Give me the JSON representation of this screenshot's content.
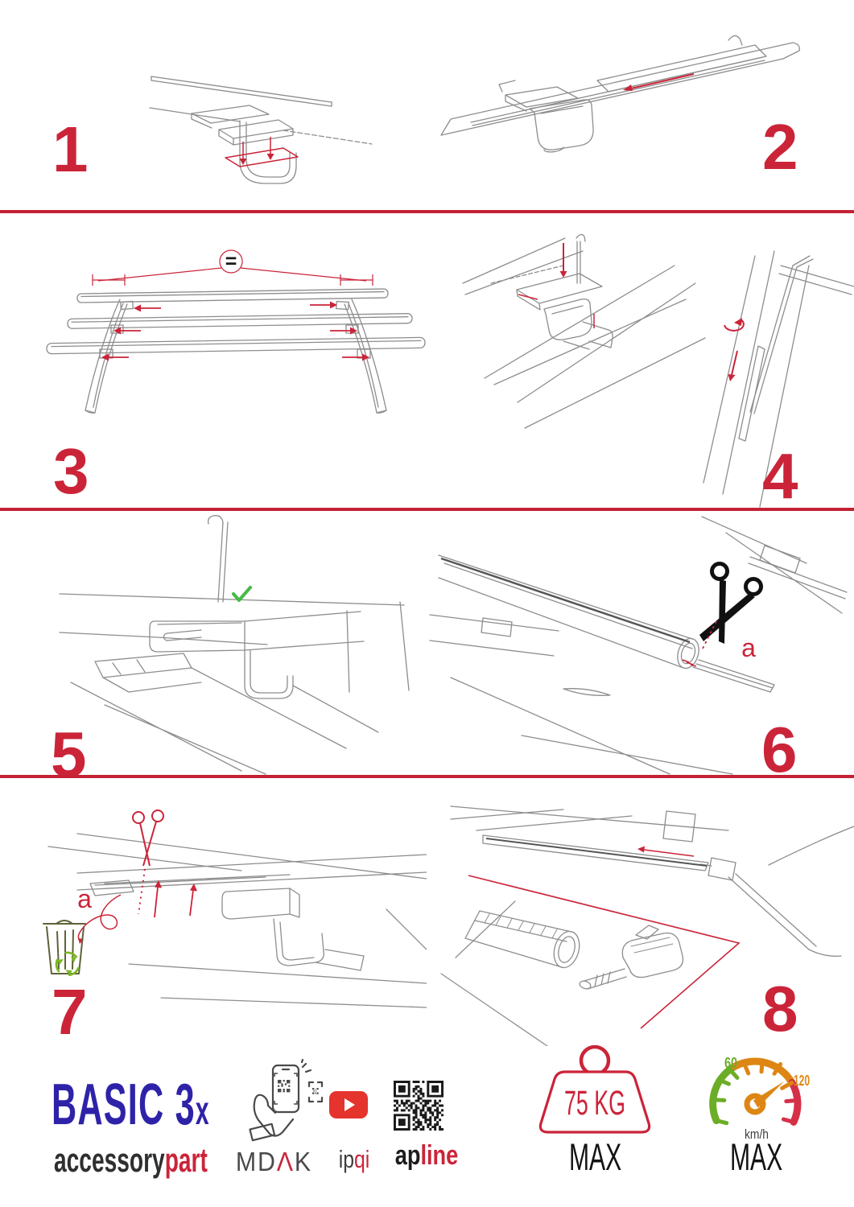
{
  "steps": [
    {
      "number": "1"
    },
    {
      "number": "2"
    },
    {
      "number": "3"
    },
    {
      "number": "4"
    },
    {
      "number": "5"
    },
    {
      "number": "6"
    },
    {
      "number": "7"
    },
    {
      "number": "8"
    }
  ],
  "annotations": {
    "equals_symbol": "=",
    "step6_label": "a",
    "step7_label": "a"
  },
  "footer": {
    "product_title_main": "BASIC 3",
    "product_title_suffix": "x",
    "product_sub_black": "accessory",
    "product_sub_red": "part",
    "brand1_prefix": "MD",
    "brand1_accent": "Λ",
    "brand1_suffix": "K",
    "brand2_dark": "ip",
    "brand2_red": "qi",
    "brand3_black": "ap",
    "brand3_red": "line",
    "weight_value": "75 KG",
    "weight_max_label": "MAX",
    "speed_low": "60",
    "speed_high": "120",
    "speed_unit": "km/h",
    "speed_max_label": "MAX"
  },
  "colors": {
    "accent_red": "#cb2439",
    "divider_red": "#c32135",
    "brand_blue": "#2e23a8",
    "youtube_red": "#e5332e",
    "line_gray": "#8d8d8d",
    "check_green": "#44bb44",
    "recycle_green": "#7ab821",
    "gauge_green": "#6cad28",
    "gauge_orange": "#dd8614",
    "gauge_red": "#d63048"
  }
}
